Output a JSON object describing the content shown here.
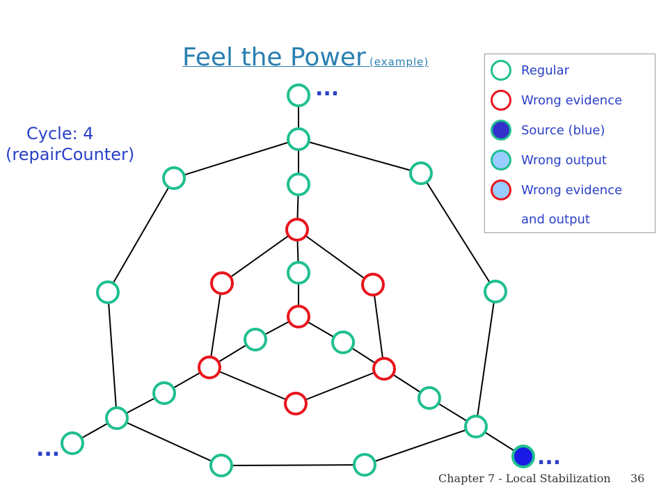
{
  "title": {
    "main": "Feel the Power",
    "sub": "(example)"
  },
  "cycle": {
    "line1": "Cycle:  4",
    "line2": "(repairCounter)"
  },
  "ellipsis": "...",
  "legend": {
    "items": [
      {
        "label": "Regular",
        "stroke": "#1fbf8f",
        "fill": "#ffffff",
        "icon": "regular-node-icon"
      },
      {
        "label": "Wrong evidence",
        "stroke": "#e8141c",
        "fill": "#ffffff",
        "icon": "wrong-evidence-node-icon"
      },
      {
        "label": "Source (blue)",
        "stroke": "#1fbf8f",
        "fill": "#3333cc",
        "icon": "source-node-icon"
      },
      {
        "label": "Wrong output",
        "stroke": "#1fbf8f",
        "fill": "#99ccff",
        "icon": "wrong-output-node-icon"
      },
      {
        "label": "Wrong evidence",
        "stroke": "#e8141c",
        "fill": "#99ccff",
        "icon": "wrong-evidence-output-node-icon"
      }
    ],
    "continuation": "and output"
  },
  "footer": {
    "chapter": "Chapter 7 - Local Stabilization",
    "page": "36"
  },
  "colors": {
    "regular": "#1fbf8f",
    "wrong": "#e8141c",
    "source_fill": "#1a1ae6",
    "edge": "#000000"
  }
}
